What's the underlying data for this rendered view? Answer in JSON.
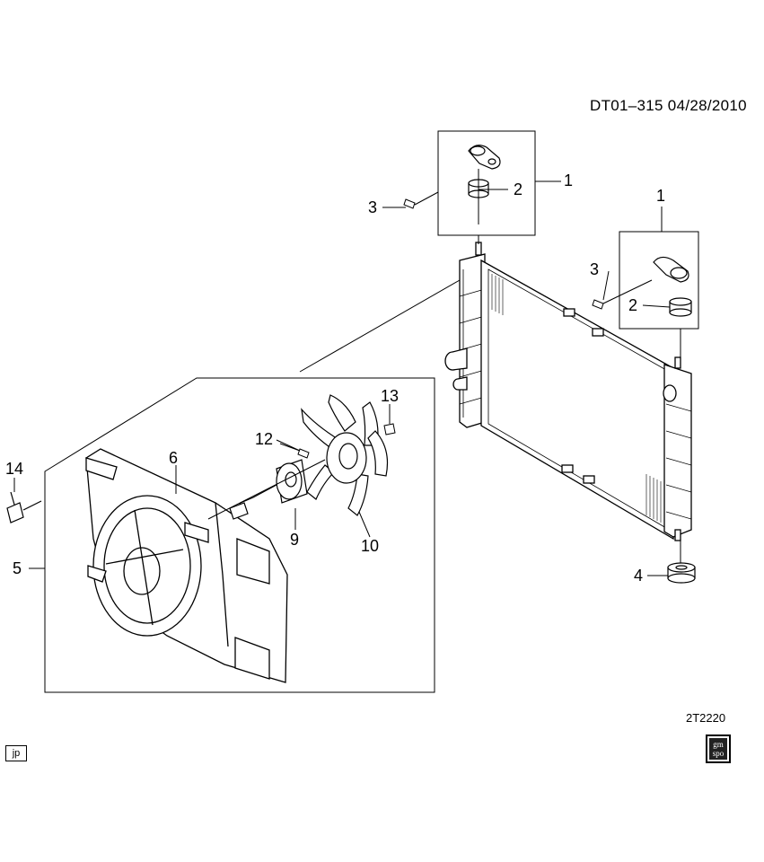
{
  "header": {
    "doc_id": "DT01–315  04/28/2010"
  },
  "illustration_id": "2T2220",
  "badges": {
    "jp": "jp",
    "logo_top": "gm",
    "logo_bottom": "spo"
  },
  "callouts": {
    "n1a": "1",
    "n1b": "1",
    "n2a": "2",
    "n2b": "2",
    "n3a": "3",
    "n3b": "3",
    "n4": "4",
    "n5": "5",
    "n6": "6",
    "n9": "9",
    "n10": "10",
    "n12": "12",
    "n13": "13",
    "n14": "14"
  }
}
